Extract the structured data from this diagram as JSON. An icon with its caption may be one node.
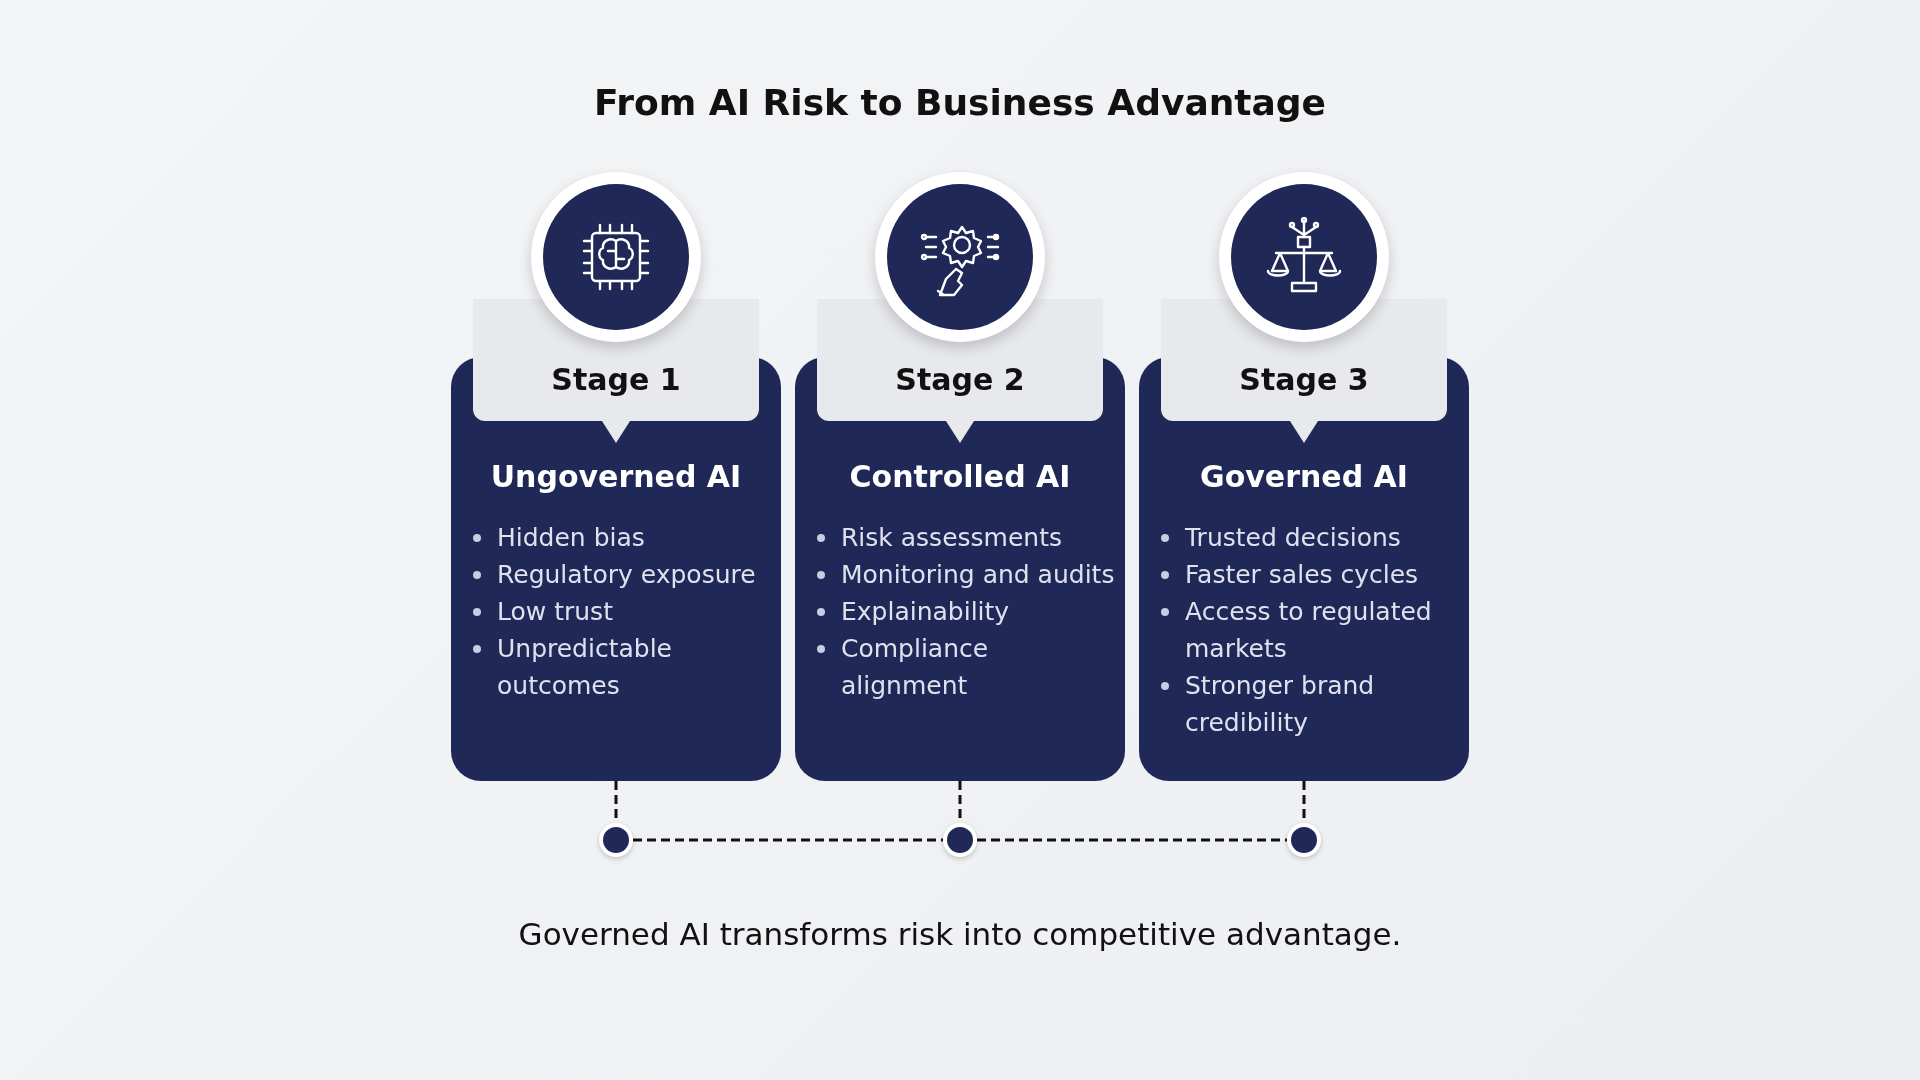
{
  "diagram": {
    "title": "From AI Risk to Business Advantage",
    "caption": "Governed AI transforms risk into competitive advantage.",
    "nodes": [
      {
        "text": [
          "Stage 1",
          "Ungoverned AI",
          "Hidden bias",
          "Regulatory exposure",
          "Low trust",
          "Unpredictable outcomes"
        ]
      },
      {
        "text": [
          "Stage 2",
          "Controlled AI",
          "Risk assessments",
          "Monitoring and audits",
          "Explainability",
          "Compliance alignment"
        ]
      },
      {
        "text": [
          "Stage 3",
          "Governed AI",
          "Trusted decisions",
          "Faster sales cycles",
          "Access to regulated markets",
          "Stronger brand credibility"
        ]
      },
      {
        "text": [],
        "shape": "circle"
      },
      {
        "text": [],
        "shape": "circle"
      },
      {
        "text": [],
        "shape": "circle"
      }
    ],
    "edges": [
      {
        "from": 0,
        "to": 3,
        "arrow": "none",
        "style": "dashed"
      },
      {
        "from": 1,
        "to": 4,
        "arrow": "none",
        "style": "dashed"
      },
      {
        "from": 2,
        "to": 5,
        "arrow": "none",
        "style": "dashed"
      },
      {
        "from": 3,
        "to": 4,
        "arrow": "none",
        "style": "dashed"
      },
      {
        "from": 4,
        "to": 5,
        "arrow": "none",
        "style": "dashed"
      }
    ]
  }
}
